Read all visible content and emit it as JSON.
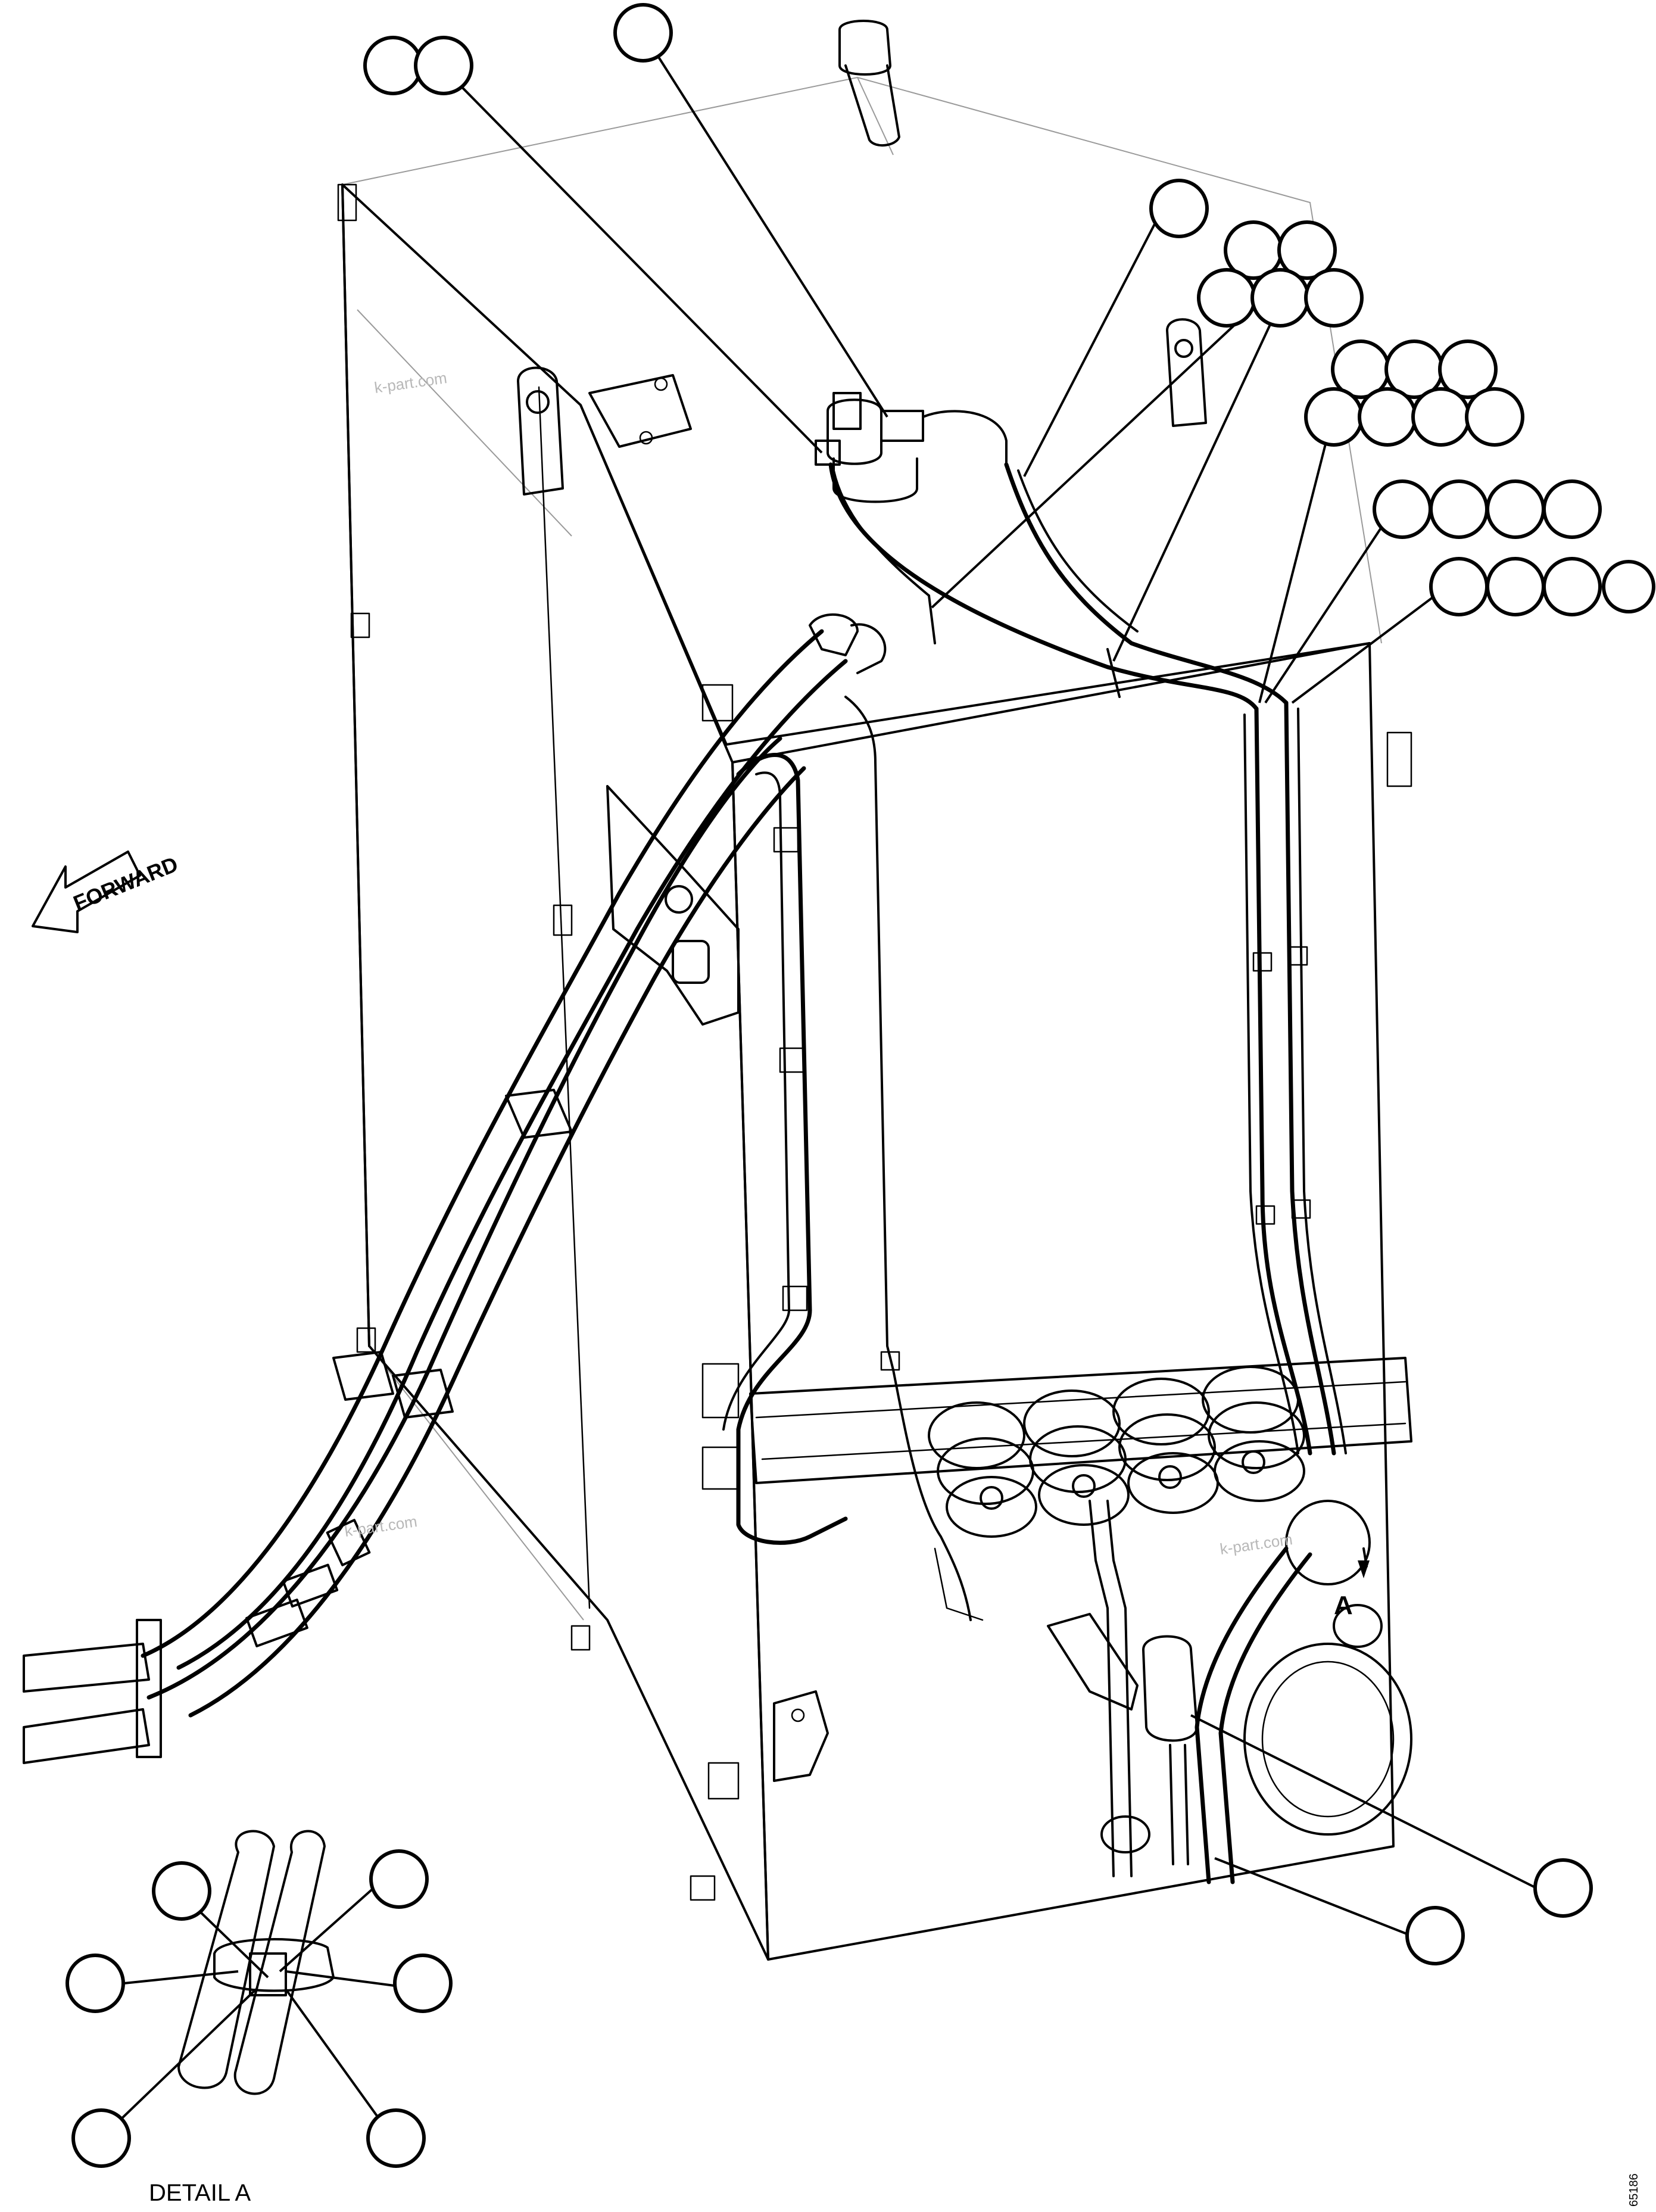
{
  "labels": {
    "forward": "FORWARD",
    "detail": "DETAIL A",
    "view_letter": "A",
    "corner_code": "65186",
    "watermark": "k-part.com"
  },
  "colors": {
    "ink": "#000000",
    "paper": "#ffffff",
    "watermark": "#b8b8b8"
  }
}
